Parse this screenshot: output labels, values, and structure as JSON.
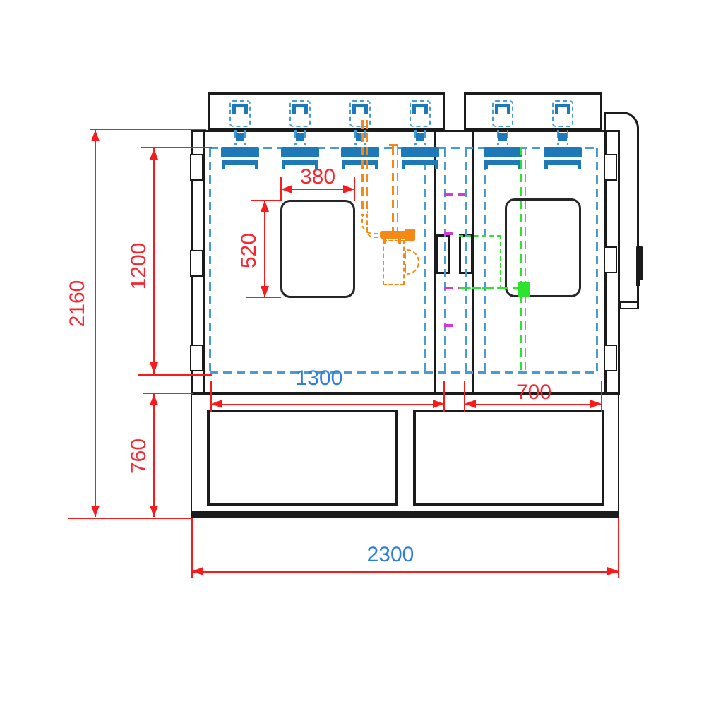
{
  "drawing": {
    "dimensions": {
      "overall_height": "2160",
      "upper_section_height": "1200",
      "base_height": "760",
      "window_width": "380",
      "window_height": "520",
      "left_chamber_width": "1300",
      "right_chamber_width": "700",
      "overall_width": "2300"
    },
    "colors": {
      "dimension_red": "#f71b1b",
      "dimension_text_red": "#f9252f",
      "dimension_text_blue": "#2d7ce0",
      "hidden_line_blue": "#4a9ad4",
      "solid_fill_blue": "#1d79b7",
      "pipe_orange": "#f68816",
      "pipe_green": "#2de32d",
      "dash_magenta": "#d936d9",
      "outline_black": "#1b1b1b"
    }
  }
}
